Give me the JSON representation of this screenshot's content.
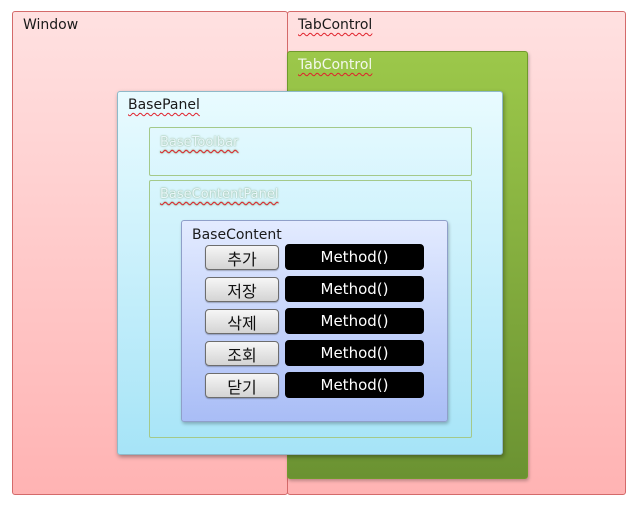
{
  "window": {
    "label": "Window"
  },
  "tab_outer": {
    "label": "TabControl"
  },
  "tab_inner": {
    "label": "TabControl"
  },
  "base_panel": {
    "label": "BasePanel"
  },
  "base_toolbar": {
    "label": "BaseToolbar"
  },
  "base_content_panel": {
    "label": "BaseContentPanel"
  },
  "base_content": {
    "label": "BaseContent",
    "rows": [
      {
        "button": "추가",
        "method": "Method()"
      },
      {
        "button": "저장",
        "method": "Method()"
      },
      {
        "button": "삭제",
        "method": "Method()"
      },
      {
        "button": "조회",
        "method": "Method()"
      },
      {
        "button": "닫기",
        "method": "Method()"
      }
    ]
  },
  "colors": {
    "window_fill": "#ffd6d6",
    "tab_inner_fill": "#8ab83e",
    "base_panel_fill": "#c8f0fb",
    "base_content_fill": "#c3d3fb",
    "method_fill": "#000000"
  }
}
